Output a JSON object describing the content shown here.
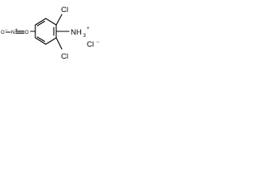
{
  "molecule": {
    "atoms": {
      "cl_top": "Cl",
      "cl_bottom": "Cl",
      "ammonium_main": "NH",
      "ammonium_subscript": "3",
      "ammonium_charge": "+",
      "counter_ion": "Cl",
      "counter_ion_charge": "−",
      "nitro_o_left": "O",
      "nitro_n": "N",
      "nitro_o_right": "O",
      "nitro_n_charge": "+",
      "nitro_o_charge": "−"
    }
  }
}
